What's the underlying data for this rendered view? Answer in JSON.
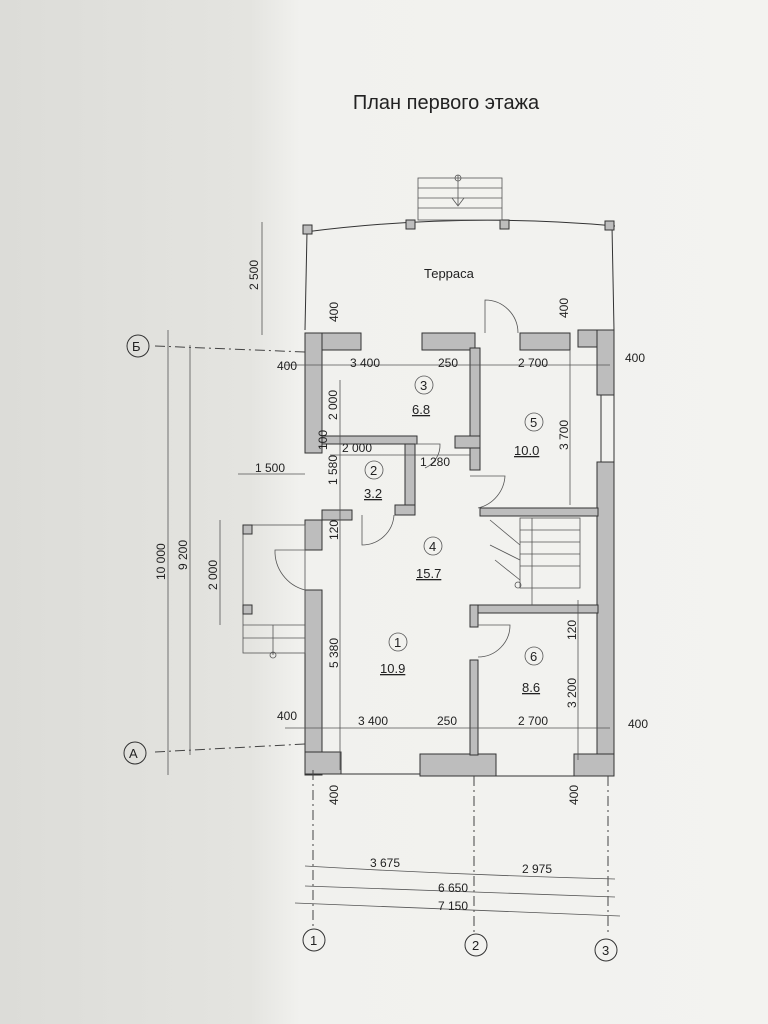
{
  "title": "План первого этажа",
  "terrace_label": "Терраса",
  "axes": {
    "a": "А",
    "b": "Б",
    "n1": "1",
    "n2": "2",
    "n3": "3"
  },
  "rooms": [
    {
      "num": "1",
      "area": "10.9"
    },
    {
      "num": "2",
      "area": "3.2"
    },
    {
      "num": "3",
      "area": "6.8"
    },
    {
      "num": "4",
      "area": "15.7"
    },
    {
      "num": "5",
      "area": "10.0"
    },
    {
      "num": "6",
      "area": "8.6"
    }
  ],
  "dims": {
    "top_2500": "2 500",
    "top_400": "400",
    "top_400b": "400",
    "row1_400l": "400",
    "row1_3400": "3 400",
    "row1_250": "250",
    "row1_2700": "2 700",
    "row1_400r": "400",
    "v_2000": "2 000",
    "v_100": "100",
    "v_1580": "1 580",
    "r2_2000": "2 000",
    "r2_1280": "1 280",
    "v_3700": "3 700",
    "porch_1500": "1 500",
    "v_120a": "120",
    "v_5380": "5 380",
    "v_120b": "120",
    "v_3200": "3 200",
    "porch_2000": "2 000",
    "left_10000": "10 000",
    "left_9200": "9 200",
    "bot_400l": "400",
    "bot_3400": "3 400",
    "bot_250": "250",
    "bot_2700": "2 700",
    "bot_400r": "400",
    "below_400a": "400",
    "below_400b": "400",
    "b_3675": "3 675",
    "b_2975": "2 975",
    "b_6650": "6 650",
    "b_7150": "7 150"
  }
}
